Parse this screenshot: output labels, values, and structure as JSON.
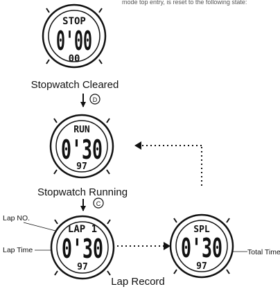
{
  "intro_fragment": "mode top entry, is reset to the following state:",
  "watches": [
    {
      "mode": "STOP",
      "minutes": "0",
      "seconds": "00",
      "hundredths": "00",
      "caption": "Stopwatch Cleared"
    },
    {
      "mode": "RUN",
      "minutes": "0",
      "seconds": "30",
      "hundredths": "97",
      "caption": "Stopwatch Running"
    },
    {
      "mode": "LAP 1",
      "minutes": "0",
      "seconds": "30",
      "hundredths": "97",
      "caption": ""
    },
    {
      "mode": "SPL",
      "minutes": "0",
      "seconds": "30",
      "hundredths": "97",
      "caption": ""
    }
  ],
  "transitions": [
    {
      "button": "D"
    },
    {
      "button": "C"
    }
  ],
  "group_caption": "Lap Record",
  "labels": {
    "lap_no": "Lap NO.",
    "lap_time": "Lap Time",
    "total_time": "Total Time"
  },
  "colors": {
    "ink": "#111111",
    "background": "#ffffff"
  }
}
